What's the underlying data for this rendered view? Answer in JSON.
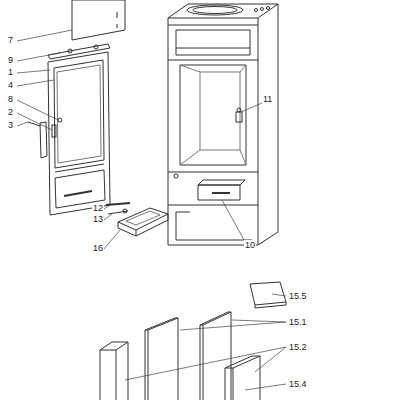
{
  "diagram": {
    "labels": [
      "7",
      "9",
      "1",
      "4",
      "8",
      "2",
      "3",
      "11",
      "12",
      "13",
      "10",
      "16",
      "15.5",
      "15.1",
      "15.2",
      "15.4"
    ]
  }
}
